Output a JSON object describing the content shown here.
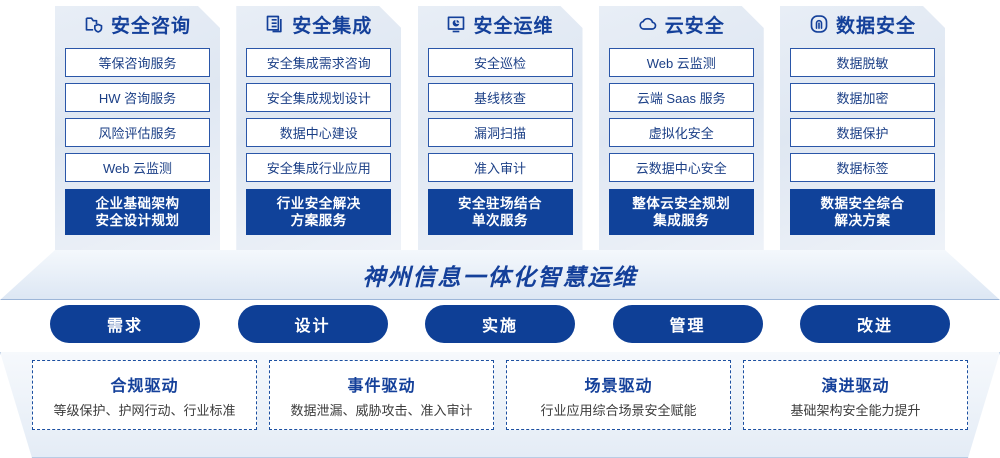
{
  "columns": [
    {
      "icon": "folder-shield-icon",
      "title": "安全咨询",
      "items": [
        "等保咨询服务",
        "HW 咨询服务",
        "风险评估服务",
        "Web 云监测"
      ],
      "summary": [
        "企业基础架构",
        "安全设计规划"
      ]
    },
    {
      "icon": "layers-document-icon",
      "title": "安全集成",
      "items": [
        "安全集成需求咨询",
        "安全集成规划设计",
        "数据中心建设",
        "安全集成行业应用"
      ],
      "summary": [
        "行业安全解决",
        "方案服务"
      ]
    },
    {
      "icon": "monitor-chart-icon",
      "title": "安全运维",
      "items": [
        "安全巡检",
        "基线核查",
        "漏洞扫描",
        "准入审计"
      ],
      "summary": [
        "安全驻场结合",
        "单次服务"
      ]
    },
    {
      "icon": "cloud-icon",
      "title": "云安全",
      "items": [
        "Web 云监测",
        "云端 Saas 服务",
        "虚拟化安全",
        "云数据中心安全"
      ],
      "summary": [
        "整体云安全规划",
        "集成服务"
      ]
    },
    {
      "icon": "fingerprint-icon",
      "title": "数据安全",
      "items": [
        "数据脱敏",
        "数据加密",
        "数据保护",
        "数据标签"
      ],
      "summary": [
        "数据安全综合",
        "解决方案"
      ]
    }
  ],
  "banner": {
    "text": "神州信息一体化智慧运维"
  },
  "pills": [
    {
      "label": "需求"
    },
    {
      "label": "设计"
    },
    {
      "label": "实施"
    },
    {
      "label": "管理"
    },
    {
      "label": "改进"
    }
  ],
  "drivers": [
    {
      "title": "合规驱动",
      "desc": "等级保护、护网行动、行业标准"
    },
    {
      "title": "事件驱动",
      "desc": "数据泄漏、威胁攻击、准入审计"
    },
    {
      "title": "场景驱动",
      "desc": "行业应用综合场景安全赋能"
    },
    {
      "title": "演进驱动",
      "desc": "基础架构安全能力提升"
    }
  ],
  "colors": {
    "brand_blue": "#14409a",
    "deep_blue": "#0e3f96",
    "border_blue": "#2a56a8",
    "panel_bg": "#e4ecf6"
  }
}
